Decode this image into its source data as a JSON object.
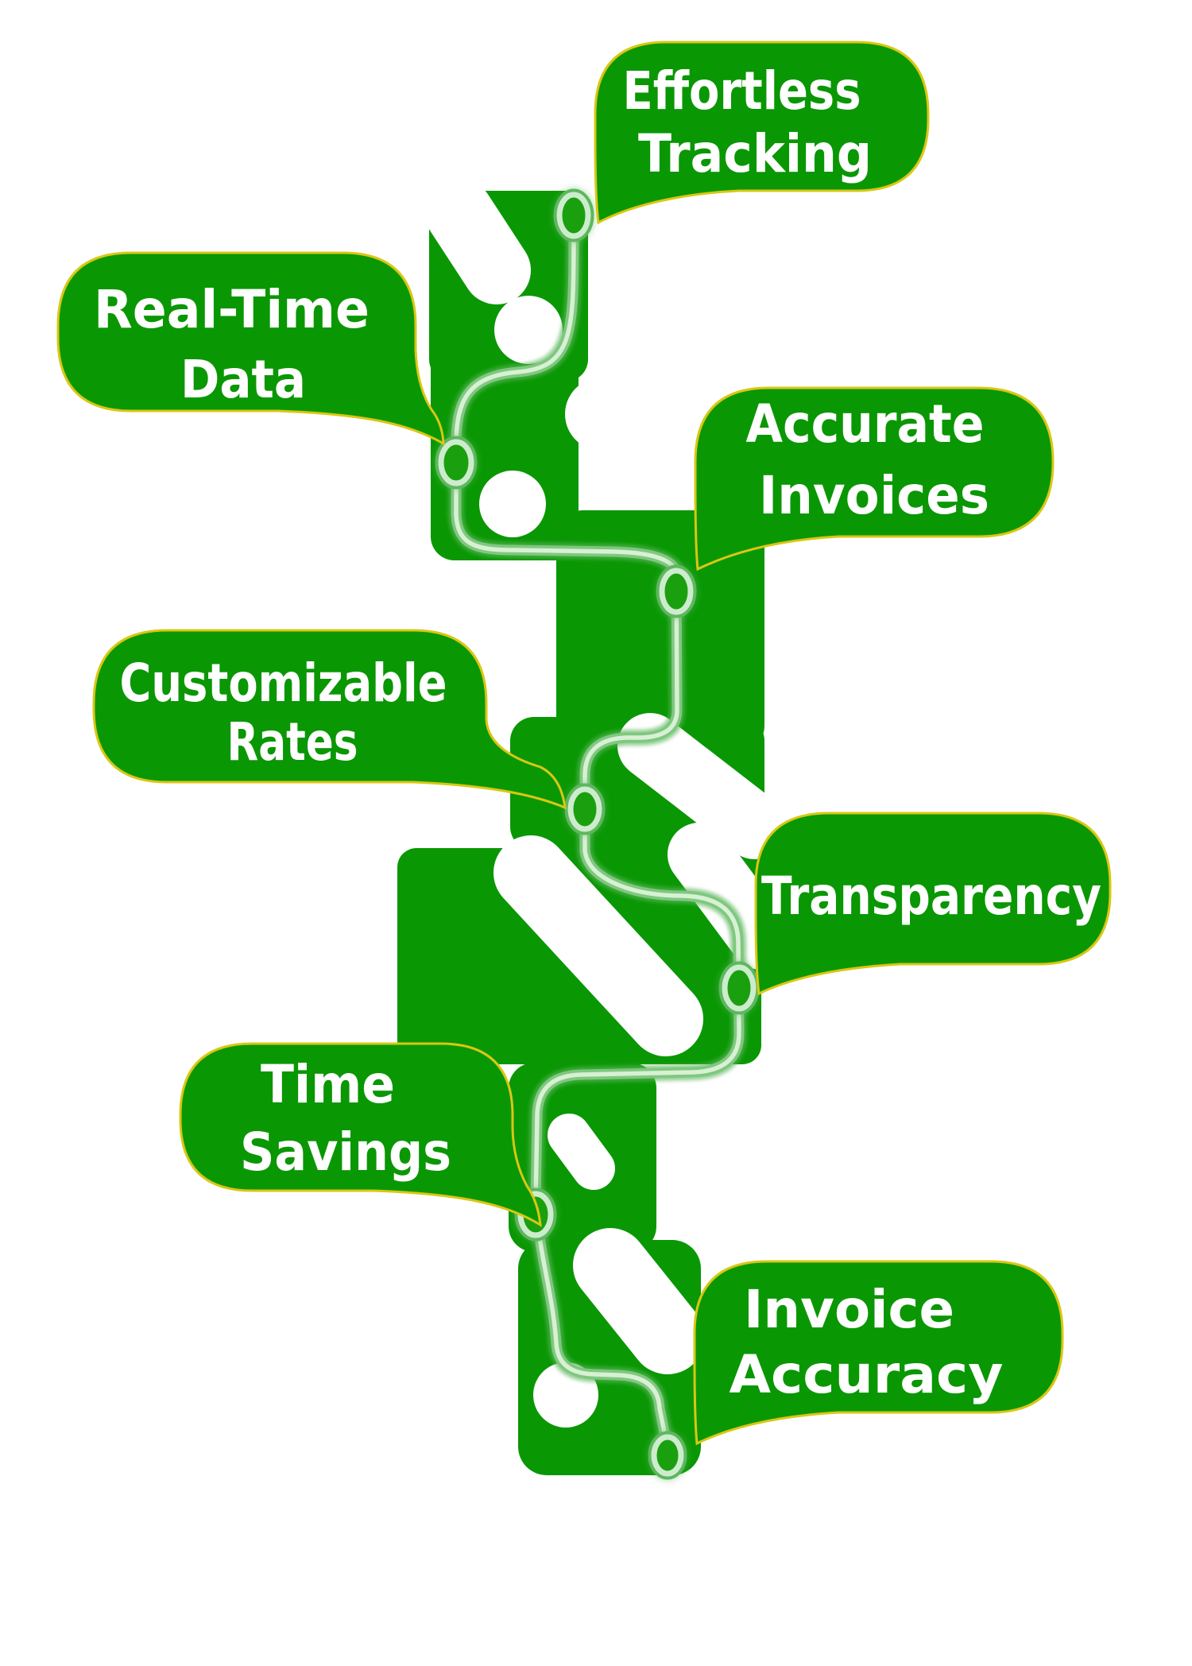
{
  "diagram": {
    "title": "Benefits roadmap infographic",
    "type": "winding-road-timeline",
    "node_count": 7,
    "colors": {
      "background": "#ffffff",
      "bubble_fill": "#0a9704",
      "bubble_border": "#d9c714",
      "label_text": "#ffffff",
      "road_fill": "#0a9704",
      "road_dash": "#ffffff",
      "route_outer": "#5cb65c",
      "route_mid": "#7fc87f",
      "route_core": "#d8f0d4",
      "node_center": "#1aa00f",
      "node_ring": "#cdeccd"
    },
    "bubbles": [
      {
        "id": "effortless-tracking",
        "label": "Effortless Tracking",
        "lines": [
          "Effortless",
          "Tracking"
        ],
        "tail": "bottom-left"
      },
      {
        "id": "real-time-data",
        "label": "Real-Time Data",
        "lines": [
          "Real-Time",
          "Data"
        ],
        "tail": "bottom-right"
      },
      {
        "id": "accurate-invoices",
        "label": "Accurate Invoices",
        "lines": [
          "Accurate",
          "Invoices"
        ],
        "tail": "bottom-left"
      },
      {
        "id": "customizable-rates",
        "label": "Customizable Rates",
        "lines": [
          "Customizable",
          "Rates"
        ],
        "tail": "bottom-right"
      },
      {
        "id": "transparency",
        "label": "Transparency",
        "lines": [
          "Transparency"
        ],
        "tail": "bottom-left"
      },
      {
        "id": "time-savings",
        "label": "Time Savings",
        "lines": [
          "Time",
          "Savings"
        ],
        "tail": "bottom-right"
      },
      {
        "id": "invoice-accuracy",
        "label": "Invoice Accuracy",
        "lines": [
          "Invoice",
          "Accuracy"
        ],
        "tail": "bottom-left"
      }
    ]
  }
}
